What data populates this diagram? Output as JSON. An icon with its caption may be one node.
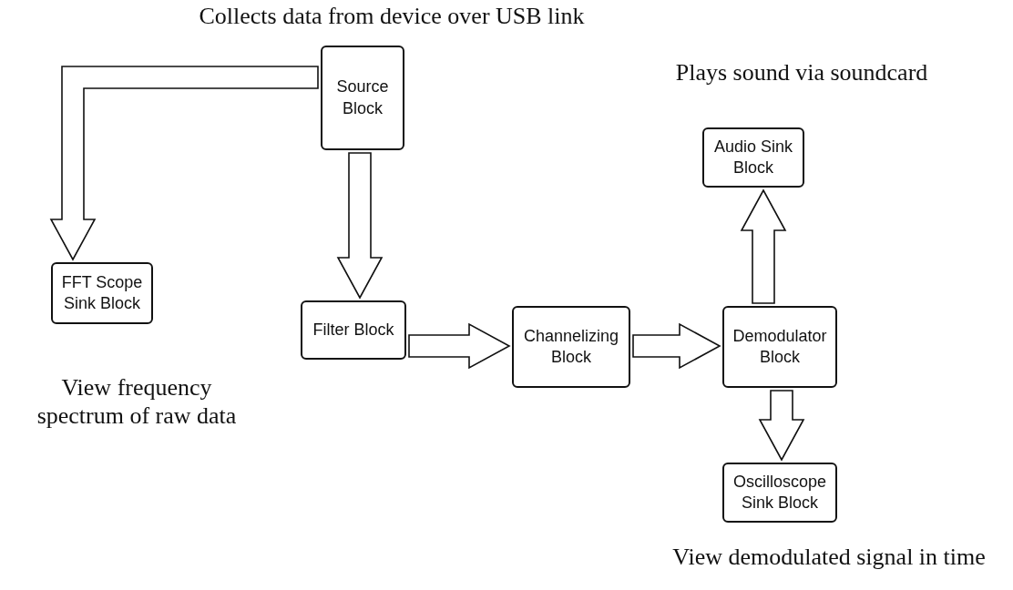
{
  "diagram": {
    "nodes": [
      {
        "text": [
          "Source Block"
        ],
        "beside": [
          "Collects data from device over USB link"
        ]
      },
      {
        "text": [
          "FFT Scope Sink Block"
        ],
        "beside": [
          "View frequency spectrum of raw data"
        ]
      },
      {
        "text": [
          "Filter Block"
        ]
      },
      {
        "text": [
          "Channelizing Block"
        ]
      },
      {
        "text": [
          "Demodulator Block"
        ]
      },
      {
        "text": [
          "Audio Sink Block"
        ],
        "beside": [
          "Plays sound via soundcard"
        ]
      },
      {
        "text": [
          "Oscilloscope Sink Block"
        ],
        "beside": [
          "View demodulated signal in time"
        ]
      }
    ],
    "edges": [
      {
        "from": 0,
        "to": 1,
        "arrow": "to"
      },
      {
        "from": 0,
        "to": 2,
        "arrow": "to"
      },
      {
        "from": 2,
        "to": 3,
        "arrow": "to"
      },
      {
        "from": 3,
        "to": 4,
        "arrow": "to"
      },
      {
        "from": 4,
        "to": 5,
        "arrow": "to"
      },
      {
        "from": 4,
        "to": 6,
        "arrow": "to"
      }
    ]
  }
}
